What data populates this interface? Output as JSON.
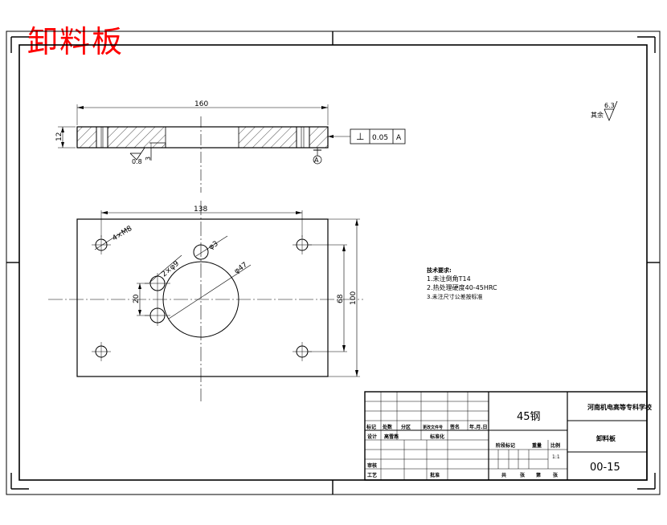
{
  "drawing": {
    "title": "卸料板",
    "title_color": "#ff0000",
    "roughness_note": "其余",
    "roughness_value": "6.3"
  },
  "section_view": {
    "dim_length": "160",
    "dim_thickness": "12",
    "roughness_value": "0.8",
    "dim_step": "3",
    "datum_label": "A",
    "tolerance_symbol": "⊥",
    "tolerance_value": "0.05",
    "tolerance_datum": "A"
  },
  "plan_view": {
    "dim_hole_span": "138",
    "label_tapped": "4×M8",
    "label_pin_hole": "φ3",
    "label_small_holes": "2×φ9",
    "label_center_hole": "φ47",
    "dim_pitch": "20",
    "dim_hole_v": "68",
    "dim_height": "100"
  },
  "tech_requirements": {
    "heading": "技术要求:",
    "items": [
      "1.未注倒角T14",
      "2.热处理硬度40-45HRC",
      "3.未注尺寸公差按标准"
    ]
  },
  "title_block": {
    "material": "45钢",
    "school": "河南机电高等专科学校",
    "part_name": "卸料板",
    "drawing_no": "00-15",
    "scale": "1:1",
    "change_headers": [
      "标记",
      "处数",
      "分区",
      "更改文件号",
      "签名",
      "年.月.日"
    ],
    "sign_row1": [
      "设计",
      "高雪燕",
      "标准化"
    ],
    "sign_row2": [
      "审核"
    ],
    "sign_row3": [
      "工艺",
      "批准"
    ],
    "stage_headers": [
      "阶段标记",
      "重量",
      "比例"
    ],
    "sheet_labels": [
      "共",
      "张",
      "第",
      "张"
    ]
  }
}
